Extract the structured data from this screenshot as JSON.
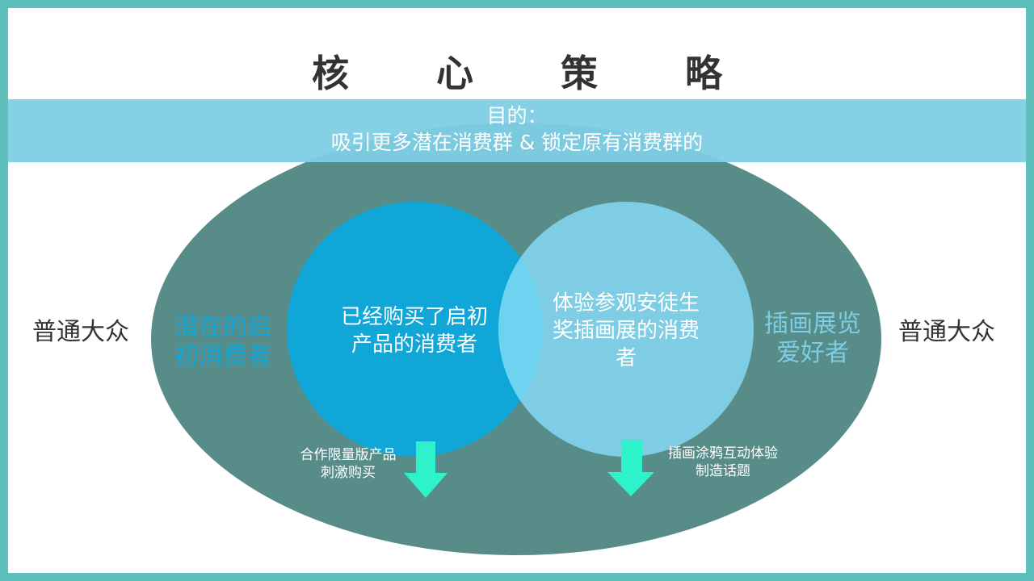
{
  "title": "核 心 策 略",
  "purpose": {
    "label": "目的：",
    "text": "吸引更多潜在消费群 & 锁定原有消费群的"
  },
  "outer_left": "普通大众",
  "outer_right": "普通大众",
  "segment_left": [
    "潜在的启",
    "初消费者"
  ],
  "segment_right": [
    "插画展览",
    "爱好者"
  ],
  "circle_left": [
    "已经购买了启初",
    "产品的消费者"
  ],
  "circle_right": [
    "体验参观安徒生",
    "奖插画展的消费",
    "者"
  ],
  "action_left": [
    "合作限量版产品",
    "刺激购买"
  ],
  "action_right": [
    "插画涂鸦互动体验",
    "制造话题"
  ],
  "colors": {
    "frame": "#5fbfbb",
    "ellipse": "#578c89",
    "circle_left": "#11a6d8",
    "circle_right": "#7ecde4",
    "overlap": "#6dd3f1",
    "band": "#7ecde4",
    "arrow": "#2ef2c9"
  }
}
